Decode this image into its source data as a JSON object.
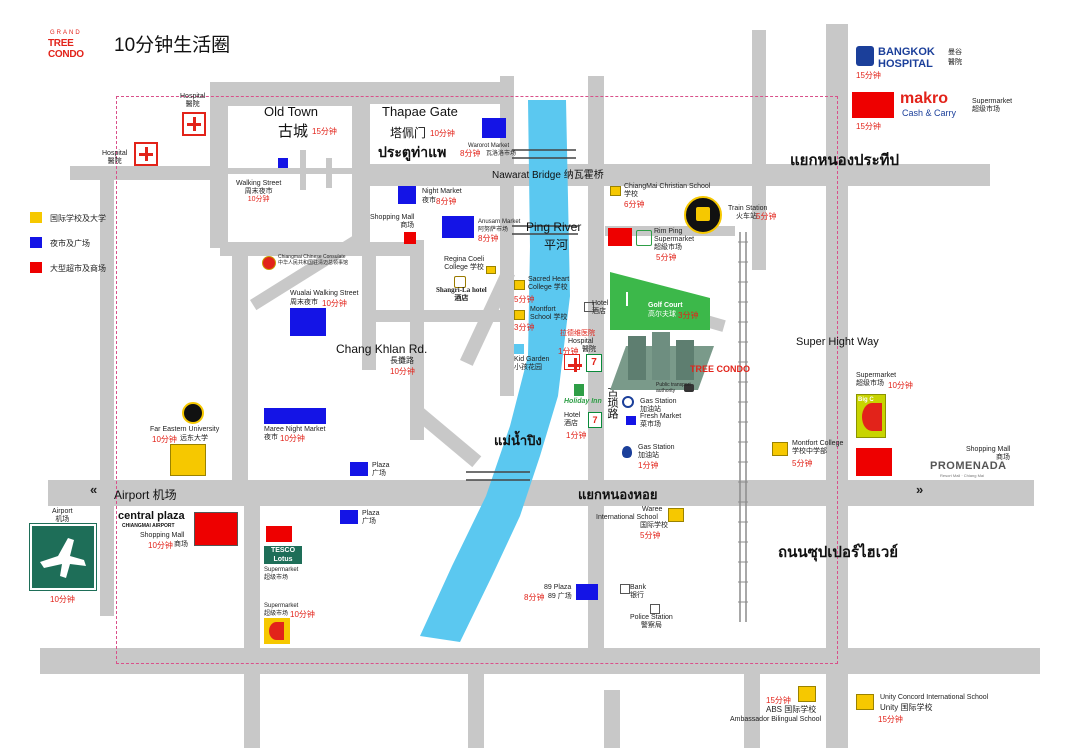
{
  "header": {
    "brand_top": "GRAND",
    "brand": "TREE CONDO",
    "title": "10分钟生活圈"
  },
  "legend": [
    {
      "label": "国际学校及大学",
      "color": "#f6c800"
    },
    {
      "label": "夜市及广场",
      "color": "#1414e6"
    },
    {
      "label": "大型超市及商场",
      "color": "#ee0000"
    }
  ],
  "districts": {
    "old_town_en": "Old Town",
    "old_town_cn": "古城",
    "old_town_min": "15分钟",
    "thapae_en": "Thapae Gate",
    "thapae_cn": "塔佩门",
    "thapae_min": "10分钟",
    "thapae_th": "ประตูท่าแพ",
    "nawarat": "Nawarat Bridge 纳瓦霍桥",
    "ping_en": "Ping River",
    "ping_cn": "平河",
    "changkhlan_en": "Chang Khlan Rd.",
    "changkhlan_cn": "長攤路",
    "changkhlan_min": "10分钟",
    "superhighway": "Super Hight Way",
    "airport_road": "Airport 机场",
    "th_nongprathip": "แยกหนองประทีป",
    "th_nonghoi": "แยกหนองหอย",
    "th_superhighway": "ถนนซุปเปอร์ไฮเวย์",
    "th_maeping": "แม่น้ำปิง",
    "cn_vertical": "古琐路",
    "arrow_left": "«",
    "arrow_right": "»"
  },
  "poi": {
    "hospital1_en": "Hospital",
    "hospital1_cn": "醫院",
    "hospital2_en": "Hospital",
    "hospital2_cn": "醫院",
    "walking_en": "Walking Street",
    "walking_cn": "周末夜市",
    "walking_min": "10分钟",
    "waroros_en": "Warorot Market",
    "waroros_cn": "瓦洛洛市场",
    "waroros_min": "8分钟",
    "nightmarket_en": "Night Market",
    "nightmarket_cn": "夜市",
    "nightmarket_min": "8分钟",
    "shoppingmall_en": "Shopping Mall",
    "shoppingmall_cn": "商场",
    "anusarn_en": "Anusarn Market",
    "anusarn_cn": "阿努萨市场",
    "anusarn_min": "8分钟",
    "consulate_en": "Chiangmai Chinese Consulate",
    "consulate_cn": "中华人民共和国驻清迈总领事馆",
    "wualai_en": "Wualai Walking Street",
    "wualai_cn": "周末夜市",
    "wualai_min": "10分钟",
    "regina_en": "Regina Coeli",
    "regina_cn": "College 学校",
    "shangrila_en": "Shangri-La hotel",
    "shangrila_cn": "酒店",
    "sacred_en": "Sacred Heart",
    "sacred_cn": "College 学校",
    "sacred_min": "5分钟",
    "montfort_en": "Montfort",
    "montfort_cn": "School 学校",
    "montfort_min": "3分钟",
    "hotel_en": "Hotel",
    "hotel_cn": "酒店",
    "lanna_en": "拉德维医院",
    "lanna_cn": "Hospital",
    "lanna_min": "1分钟",
    "lanna_cn2": "醫院",
    "kidgarden_en": "Kid Garden",
    "kidgarden_cn": "小孩花园",
    "holiday_brand": "Holiday Inn",
    "holiday_en": "Hotel",
    "holiday_cn": "酒店",
    "holiday_min": "1分钟",
    "cmcs_en": "ChiangMai Christian School",
    "cmcs_cn": "学校",
    "cmcs_min": "6分钟",
    "rimping_en": "Rim Ping",
    "rimping_cn1": "Supermarket",
    "rimping_cn2": "超級市场",
    "rimping_min": "5分钟",
    "train_en": "Train Station",
    "train_cn": "火车站",
    "train_min": "5分钟",
    "golf_en": "Golf Court",
    "golf_cn": "高尔夫球",
    "golf_min": "3分钟",
    "tree_brand": "TREE CONDO",
    "transport_en": "Public transport",
    "transport_cn": "authority",
    "gas1_en": "Gas Station",
    "gas1_cn": "加油站",
    "fresh_en": "Fresh Market",
    "fresh_cn": "菜市场",
    "gas2_en": "Gas Station",
    "gas2_cn": "加油站",
    "gas2_min": "1分钟",
    "bangkok_line1": "BANGKOK",
    "bangkok_line2": "HOSPITAL",
    "bangkok_cn": "曼谷",
    "bangkok_cn2": "醫院",
    "bangkok_min": "15分钟",
    "makro_brand": "makro",
    "makro_sub": "Cash & Carry",
    "makro_en": "Supermarket",
    "makro_cn": "超级市场",
    "makro_min": "15分钟",
    "bigc_en": "Supermarket",
    "bigc_cn": "超级市场",
    "bigc_min": "10分钟",
    "bigc_brand": "Big C",
    "montfortcol_en": "Montfort College",
    "montfortcol_cn": "学校中学部",
    "montfortcol_min": "5分钟",
    "promenada_en": "Shopping Mall",
    "promenada_cn": "商场",
    "promenada_brand": "PROMENADA",
    "promenada_sub": "Resort Mall · Chiang Mai",
    "fareastern_en": "Far Eastern University",
    "fareastern_cn": "远东大学",
    "fareastern_min": "10分钟",
    "maree_en": "Maree Night Market",
    "maree_cn": "夜市",
    "maree_min": "10分钟",
    "plaza1_en": "Plaza",
    "plaza1_cn": "广场",
    "plaza2_en": "Plaza",
    "plaza2_cn": "广场",
    "airport_en": "Airport",
    "airport_cn": "机场",
    "airport_min": "10分钟",
    "central_brand": "central plaza",
    "central_sub": "CHIANGMAI AIRPORT",
    "central_en": "Shopping Mall",
    "central_min": "10分钟",
    "central_cn": "商场",
    "tesco_brand": "TESCO Lotus",
    "tesco_en": "Supermarket",
    "tesco_cn": "超级市场",
    "superc_en": "Supermarket",
    "superc_cn": "超級市场",
    "superc_min": "10分钟",
    "waree_en": "Waree",
    "waree_en2": "International School",
    "waree_cn": "国际学校",
    "waree_min": "5分钟",
    "plaza89_en": "89 Plaza",
    "plaza89_cn": "89 广场",
    "plaza89_min": "8分钟",
    "bank_en": "Bank",
    "bank_cn": "银行",
    "police_en": "Police Station",
    "police_cn": "警察局",
    "abs_min": "15分钟",
    "abs_en": "ABS 国际学校",
    "abs_en2": "Ambassador Bilingual School",
    "unity_en": "Unity Concord International School",
    "unity_cn": "Unity 国际学校",
    "unity_min": "15分钟"
  }
}
